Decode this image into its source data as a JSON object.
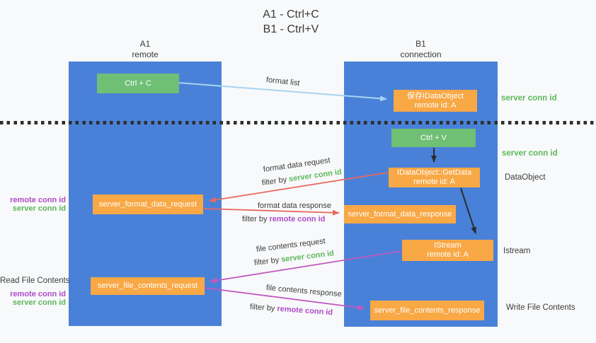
{
  "title": {
    "line1": "A1 - Ctrl+C",
    "line2": "B1 - Ctrl+V"
  },
  "lanes": {
    "a1": {
      "name": "A1",
      "role": "remote"
    },
    "b1": {
      "name": "B1",
      "role": "connection"
    }
  },
  "nodes": {
    "ctrl_c": {
      "label": "Ctrl + C"
    },
    "ctrl_v": {
      "label": "Ctrl + V"
    },
    "save_idataobject": {
      "line1": "保存IDataObject",
      "line2": "remote id: A"
    },
    "idataobject_getdata": {
      "line1": "IDataObject::GetData",
      "line2": "remote id: A"
    },
    "istream": {
      "line1": "IStream",
      "line2": "remote id: A"
    },
    "server_format_data_request": {
      "label": "server_format_data_request"
    },
    "server_format_data_response": {
      "label": "server_format_data_response"
    },
    "server_file_contents_request": {
      "label": "server_file_contents_request"
    },
    "server_file_contents_response": {
      "label": "server_file_contents_response"
    }
  },
  "arrow_labels": {
    "format_list": "format list",
    "format_data_request": "format data request",
    "format_data_response": "format data response",
    "file_contents_request": "file contents request",
    "file_contents_response": "file contents response",
    "filter_by": "filter by ",
    "server_conn_id": "server conn id",
    "remote_conn_id": "remote conn id"
  },
  "side_labels": {
    "right_server_conn_id_top": "server conn id",
    "right_server_conn_id_mid": "server conn id",
    "right_dataobject": "DataObject",
    "right_istream": "Istream",
    "right_write_file_contents": "Write File Contents",
    "left_remote_conn_id_top": "remote conn id",
    "left_server_conn_id_top": "server conn id",
    "left_read_file_contents": "Read File Contents",
    "left_remote_conn_id_bottom": "remote conn id",
    "left_server_conn_id_bottom": "server conn id"
  },
  "colors": {
    "lane_blue": "#4A81D8",
    "node_green": "#6FBF75",
    "node_orange": "#F8A845",
    "arrow_light_blue": "#A9D3F1",
    "arrow_red": "#E8695E",
    "arrow_magenta": "#C359BE",
    "arrow_black": "#2B2B2B",
    "label_green": "#5CB85C",
    "label_purple": "#AE4BC8",
    "text_dark": "#3C3C3C",
    "background": "#F8F9FA"
  }
}
